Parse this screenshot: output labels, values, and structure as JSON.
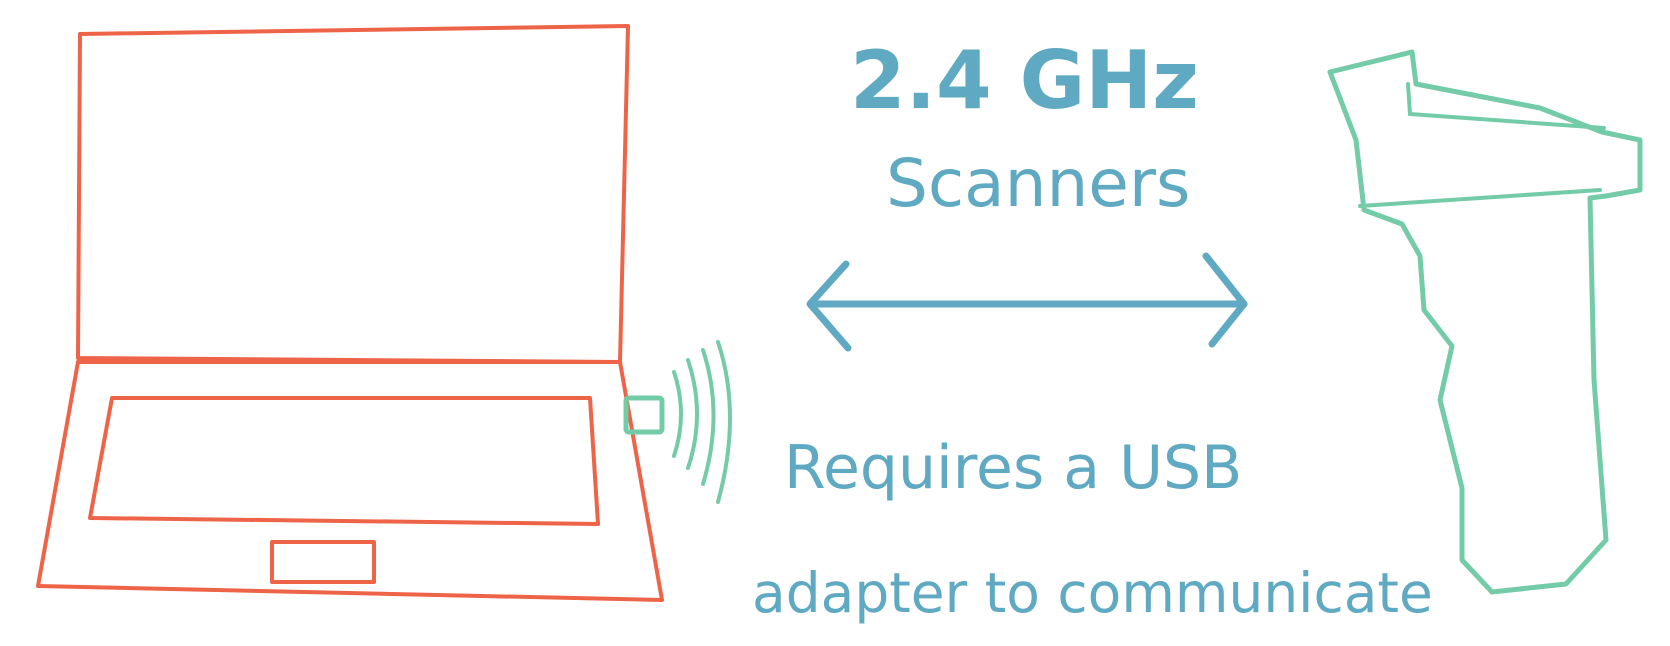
{
  "diagram": {
    "heading_line1": "2.4 GHz",
    "heading_line2": "Scanners",
    "caption_line1": "Requires a USB",
    "caption_line2": "adapter to communicate"
  },
  "colors": {
    "laptop": "#ee6448",
    "scanner": "#74cba8",
    "signal_waves": "#74cba8",
    "arrow": "#5fa9c2",
    "text": "#5fa9c2"
  },
  "icons": {
    "laptop": "laptop-icon",
    "usb_adapter": "usb-adapter-icon",
    "signal": "wireless-signal-icon",
    "scanner": "barcode-scanner-icon",
    "arrow": "double-headed-arrow"
  }
}
